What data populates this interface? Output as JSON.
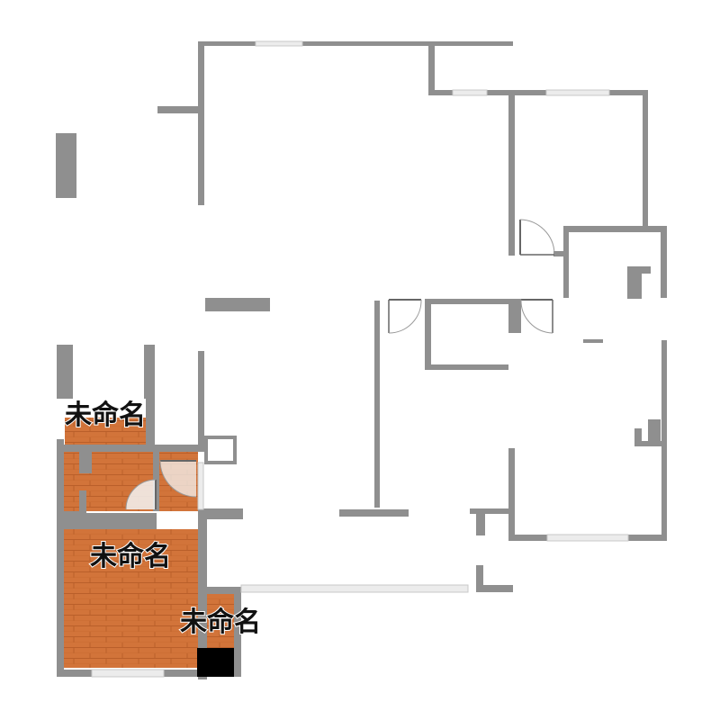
{
  "colors": {
    "wall": "#8f8f8f",
    "window": "#d8d8d8",
    "floor_wood": "#d2743a",
    "floor_line": "#b95f2a",
    "door_leaf": "#666666",
    "door_arc": "#999999",
    "fixture": "#000000",
    "background": "#ffffff"
  },
  "rooms": [
    {
      "label": "未命名"
    },
    {
      "label": "未命名"
    },
    {
      "label": "未命名"
    }
  ]
}
